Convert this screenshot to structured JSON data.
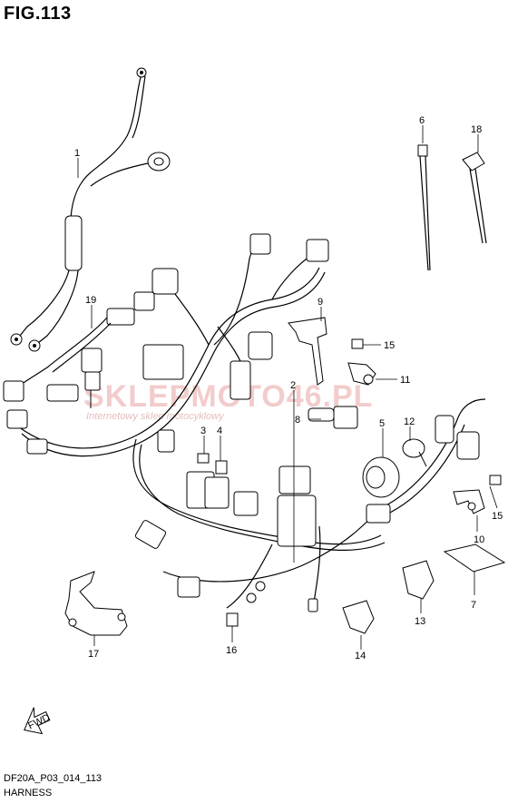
{
  "figure": {
    "title": "FIG.113"
  },
  "footer": {
    "code": "DF20A_P03_014_113",
    "name": "HARNESS"
  },
  "watermark": {
    "brand": "SKLEPMOTO46.PL",
    "tagline": "Internetowy sklep motocyklowy"
  },
  "fwd_label": "FWD",
  "callouts": [
    "1",
    "2",
    "3",
    "4",
    "5",
    "6",
    "7",
    "8",
    "9",
    "10",
    "11",
    "12",
    "13",
    "14",
    "15",
    "15",
    "16",
    "17",
    "18",
    "19"
  ]
}
